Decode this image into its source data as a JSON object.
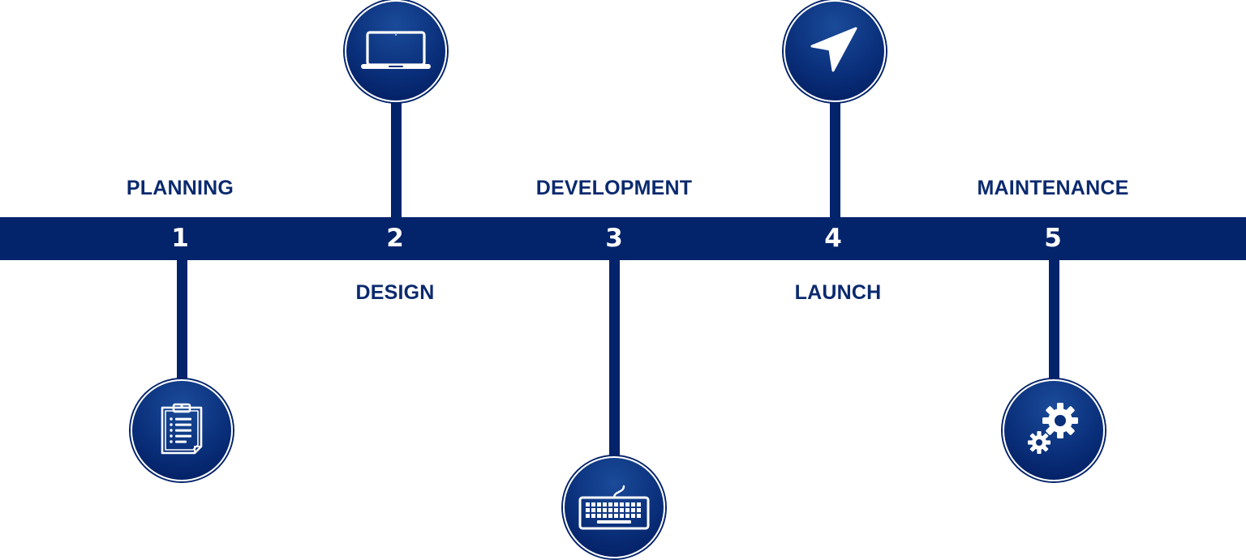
{
  "steps": [
    {
      "number": "1",
      "label": "PLANNING",
      "icon": "clipboard-icon"
    },
    {
      "number": "2",
      "label": "DESIGN",
      "icon": "laptop-icon"
    },
    {
      "number": "3",
      "label": "DEVELOPMENT",
      "icon": "keyboard-icon"
    },
    {
      "number": "4",
      "label": "LAUNCH",
      "icon": "navigation-arrow-icon"
    },
    {
      "number": "5",
      "label": "MAINTENANCE",
      "icon": "gears-icon"
    }
  ],
  "colors": {
    "band": "#03236b",
    "label_text": "#0b2a6e",
    "number_text": "#ffffff",
    "node_fill": "#0a2f7a"
  }
}
